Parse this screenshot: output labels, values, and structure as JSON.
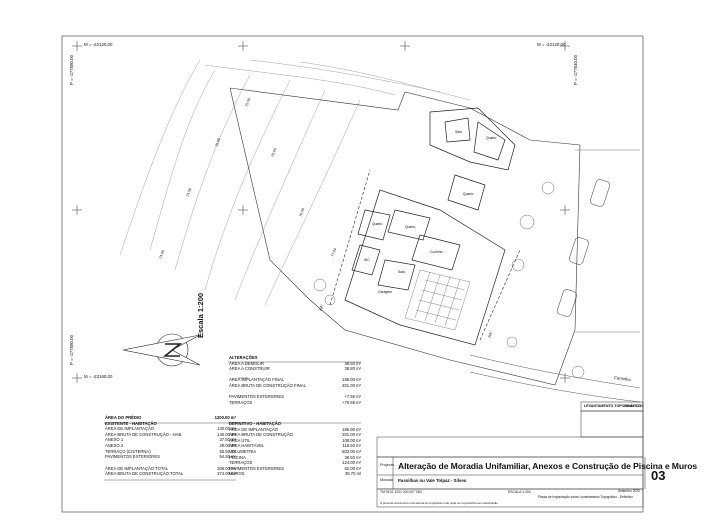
{
  "coords": {
    "top_left_m": "M = -22120,00",
    "top_left_p": "P = -277580,00",
    "top_right_m": "M = -22120,00",
    "top_right_p": "P = -277640,00",
    "bottom_left_m": "M = -22160,00",
    "bottom_left_p": "P = -277580,00"
  },
  "plan": {
    "scale_label": "Escala 1:200",
    "street_label": "Caminho",
    "room_labels": [
      "Sala",
      "Cozinha",
      "Quarto",
      "Quarto",
      "Garagem",
      "WC",
      "Quarto",
      "Sala",
      "Quarto"
    ],
    "section_label": "AA'",
    "contour_values": [
      "74,00",
      "74,50",
      "75,00",
      "75,50",
      "76,00",
      "76,50",
      "77,00"
    ]
  },
  "alteracoes": {
    "title": "ALTERAÇÕES",
    "rows": [
      {
        "label": "ÁREA A DEMOLIR",
        "value": "38.50 m²"
      },
      {
        "label": "ÁREA A CONSTRUIR",
        "value": "38.80 m²"
      },
      {
        "label": "",
        "value": ""
      },
      {
        "label": "ÁREA IMPLANTAÇÃO FINAL",
        "value": "186.00 m²"
      },
      {
        "label": "ÁREA BRUTA DE CONSTRUÇÃO FINAL",
        "value": "201.00 m²"
      },
      {
        "label": "",
        "value": ""
      },
      {
        "label": "PAVIMENTOS EXTERIORES",
        "value": "+7.56 m²"
      },
      {
        "label": "TERRAÇOS",
        "value": "+70.55 m²"
      }
    ]
  },
  "existente": {
    "area_predio_label": "ÁREA DO PRÉDIO",
    "area_predio_value": "1200.00 m²",
    "title": "EXISTENTE - HABITAÇÃO",
    "rows": [
      {
        "label": "ÁREA DE IMPLANTAÇÃO",
        "value": "140.00 m²"
      },
      {
        "label": "ÁREA BRUTA DE CONSTRUÇÃO - HAB.",
        "value": "140.00 m²"
      },
      {
        "label": "ANEXO 1",
        "value": "37.50 m²"
      },
      {
        "label": "ANEXO 2",
        "value": "29.00 m²"
      },
      {
        "label": "TERRAÇO (CISTERNA)",
        "value": "55.50 m²"
      },
      {
        "label": "PAVIMENTOS EXTERIORES",
        "value": "54.50 m²"
      }
    ],
    "totals": [
      {
        "label": "ÁREA DE IMPLANTAÇÃO TOTAL",
        "value": "206.00 m²"
      },
      {
        "label": "ÁREA BRUTA DE CONSTRUÇÃO TOTAL",
        "value": "374.00 m²"
      }
    ]
  },
  "definitivo": {
    "title": "DEFINITIVO - HABITAÇÃO",
    "rows": [
      {
        "label": "ÁREA DE IMPLANTAÇÃO",
        "value": "186.00 m²"
      },
      {
        "label": "ÁREA BRUTA DE CONSTRUÇÃO",
        "value": "201.00 m²"
      },
      {
        "label": "ÁREA ÚTIL",
        "value": "108.00 m²"
      },
      {
        "label": "ÁREA HABITÁVEL",
        "value": "118.50 m²"
      },
      {
        "label": "VOLUMETRIA",
        "value": "603.00 m³"
      },
      {
        "label": "PISCINA",
        "value": "38.50 m²"
      },
      {
        "label": "TERRAÇOS",
        "value": "124.00 m²"
      },
      {
        "label": "PAVIMENTOS EXTERIORES",
        "value": "62.00 m²"
      },
      {
        "label": "MUROS",
        "value": "39.70 ml"
      }
    ]
  },
  "title_block": {
    "survey_header": "LEVANTAMENTO TOPOGRÁFICO",
    "survey_scale": "Escala 1:200",
    "projecto_label": "Projecto",
    "project_title": "Alteração de Moradia Unifamiliar, Anexos e Construção de Piscina e Muros",
    "morada_label": "Morada",
    "address": "Passilhas ou Vale Tolpaz - Silves",
    "sheet_number": "03",
    "scale_small": "ESCALA 1:200",
    "drawing_desc": "Planta de Implantação sobre Levantamento Topográfico - Definitivo",
    "date": "Setembro 2023",
    "tel": "TM 9102 1201 000 007 063",
    "footnote": "O presente documento é da autoria do projectista e não pode ser reproduzido sem autorização."
  },
  "colors": {
    "line": "#222222",
    "light": "#888888",
    "paper": "#ffffff"
  }
}
